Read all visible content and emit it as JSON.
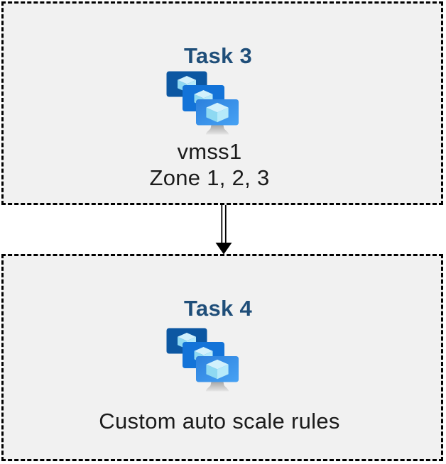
{
  "canvas": {
    "background": "#ffffff",
    "border_color": "#000000"
  },
  "colors": {
    "title": "#1f4e79",
    "body_text": "#1b1b1b",
    "box_fill": "#f1f1f1",
    "arrow": "#000000",
    "icon": {
      "back_screen": "#0c57a2",
      "middle_screen": "#1373d8",
      "front_screen_top": "#2c80dd",
      "front_screen_bottom": "#47a2f4",
      "cube_top": "#d2f1fc",
      "cube_left": "#8ed9f2",
      "cube_right": "#b6eafa",
      "stand_top": "#9d9d9d",
      "stand_bottom": "#e6e6e6"
    }
  },
  "tasks": [
    {
      "title": "Task 3",
      "icon": "vm-scale-sets",
      "lines": [
        "vmss1",
        "Zone 1, 2, 3"
      ]
    },
    {
      "title": "Task 4",
      "icon": "vm-scale-sets",
      "lines": [
        "Custom auto scale rules"
      ]
    }
  ]
}
